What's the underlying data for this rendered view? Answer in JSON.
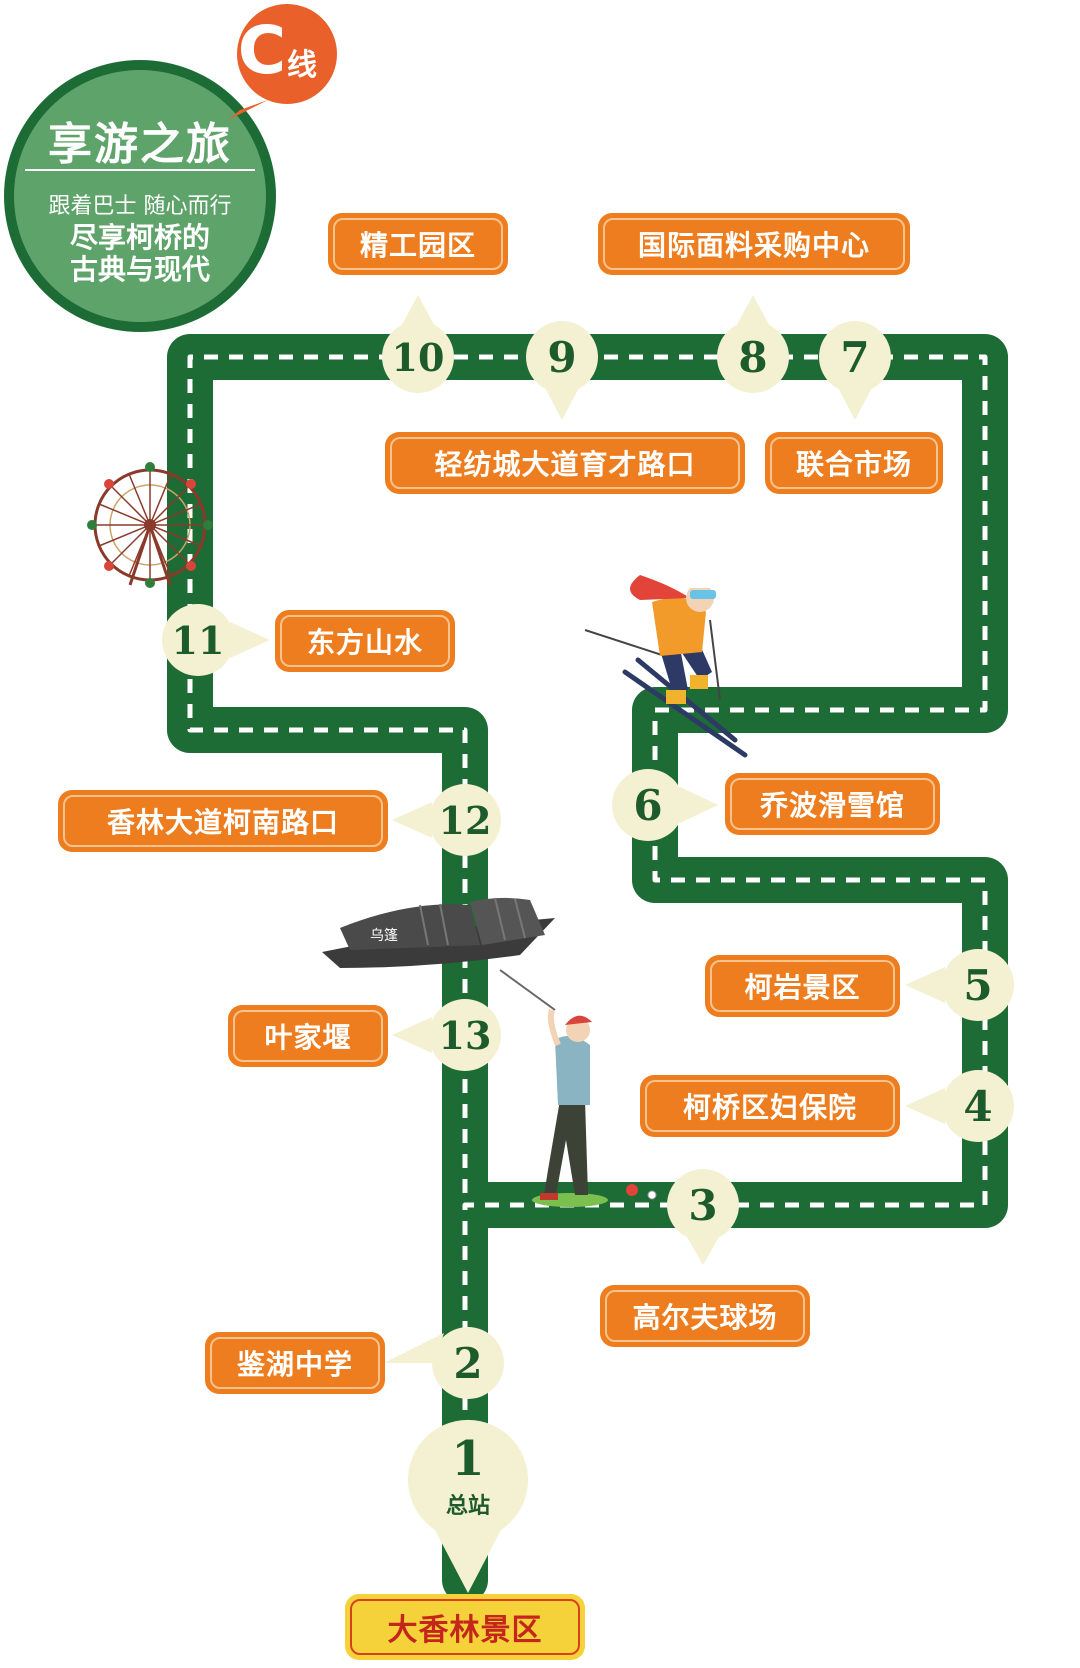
{
  "badge": {
    "line_letter": "C",
    "line_suffix": "线",
    "title": "享游之旅",
    "subtitle": "跟着巴士 随心而行",
    "slogan_line1": "尽享柯桥的",
    "slogan_line2": "古典与现代"
  },
  "terminal": {
    "station_number": "1",
    "station_note": "总站",
    "name": "大香林景区"
  },
  "stations": [
    {
      "number": "2",
      "name": "鉴湖中学"
    },
    {
      "number": "3",
      "name": "高尔夫球场"
    },
    {
      "number": "4",
      "name": "柯桥区妇保院"
    },
    {
      "number": "5",
      "name": "柯岩景区"
    },
    {
      "number": "6",
      "name": "乔波滑雪馆"
    },
    {
      "number": "7",
      "name": "联合市场"
    },
    {
      "number": "8",
      "name": "国际面料采购中心"
    },
    {
      "number": "9",
      "name": "轻纺城大道育才路口"
    },
    {
      "number": "10",
      "name": "精工园区"
    },
    {
      "number": "11",
      "name": "东方山水"
    },
    {
      "number": "12",
      "name": "香林大道柯南路口"
    },
    {
      "number": "13",
      "name": "叶家堰"
    }
  ],
  "boat_text": "乌篷",
  "colors": {
    "route_green": "#1d6b35",
    "dash_white": "#ffffff",
    "label_orange": "#ee7d1f",
    "marker_cream": "#f4f1d2",
    "terminal_yellow": "#f5d23a",
    "badge_green": "#5ea36a",
    "bubble_orange": "#e9602a"
  }
}
